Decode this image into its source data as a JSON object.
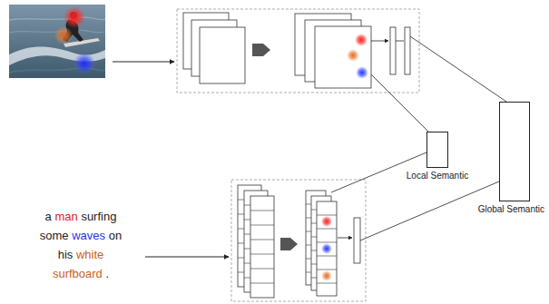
{
  "diagram": {
    "nodes": [
      {
        "text": [
          "Local Semantic"
        ]
      },
      {
        "text": [
          "Global Semantic"
        ]
      }
    ],
    "labels": [
      "a",
      "man",
      "surfing",
      "some",
      "waves",
      "on",
      "his",
      "white",
      "surfboard",
      "."
    ]
  }
}
